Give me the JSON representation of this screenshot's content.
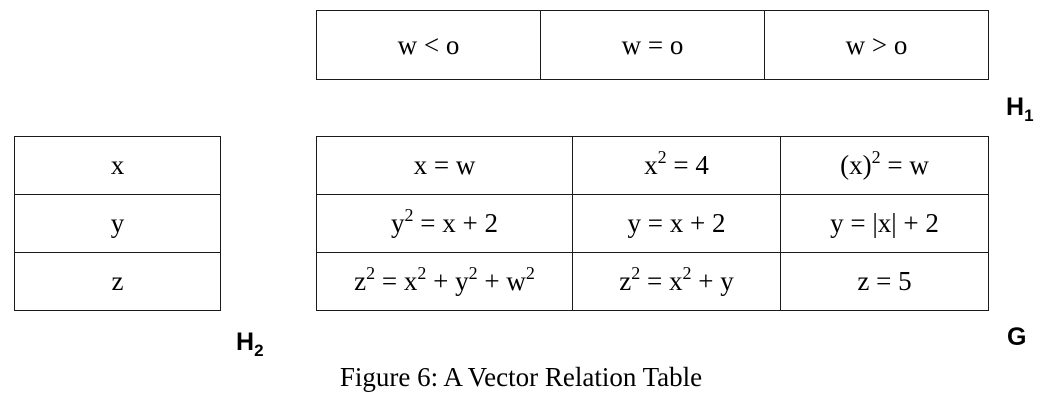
{
  "h1_table": {
    "cells": [
      "w < o",
      "w = o",
      "w > o"
    ]
  },
  "h2_table": {
    "rows": [
      "x",
      "y",
      "z"
    ]
  },
  "g_table": {
    "rows": [
      [
        {
          "html": "x = w"
        },
        {
          "html": "x<sup>2</sup> = 4"
        },
        {
          "html": "(x)<sup>2</sup> = w"
        }
      ],
      [
        {
          "html": "y<sup>2</sup> = x + 2"
        },
        {
          "html": "y = x + 2"
        },
        {
          "html": "y = |x| + 2"
        }
      ],
      [
        {
          "html": "z<sup>2</sup> = x<sup>2</sup> + y<sup>2</sup> + w<sup>2</sup>"
        },
        {
          "html": "z<sup>2</sup> = x<sup>2</sup> + y"
        },
        {
          "html": "z = 5"
        }
      ]
    ]
  },
  "labels": {
    "h1": {
      "main": "H",
      "sub": "1"
    },
    "h2": {
      "main": "H",
      "sub": "2"
    },
    "g": "G"
  },
  "caption": "Figure 6: A Vector Relation Table"
}
